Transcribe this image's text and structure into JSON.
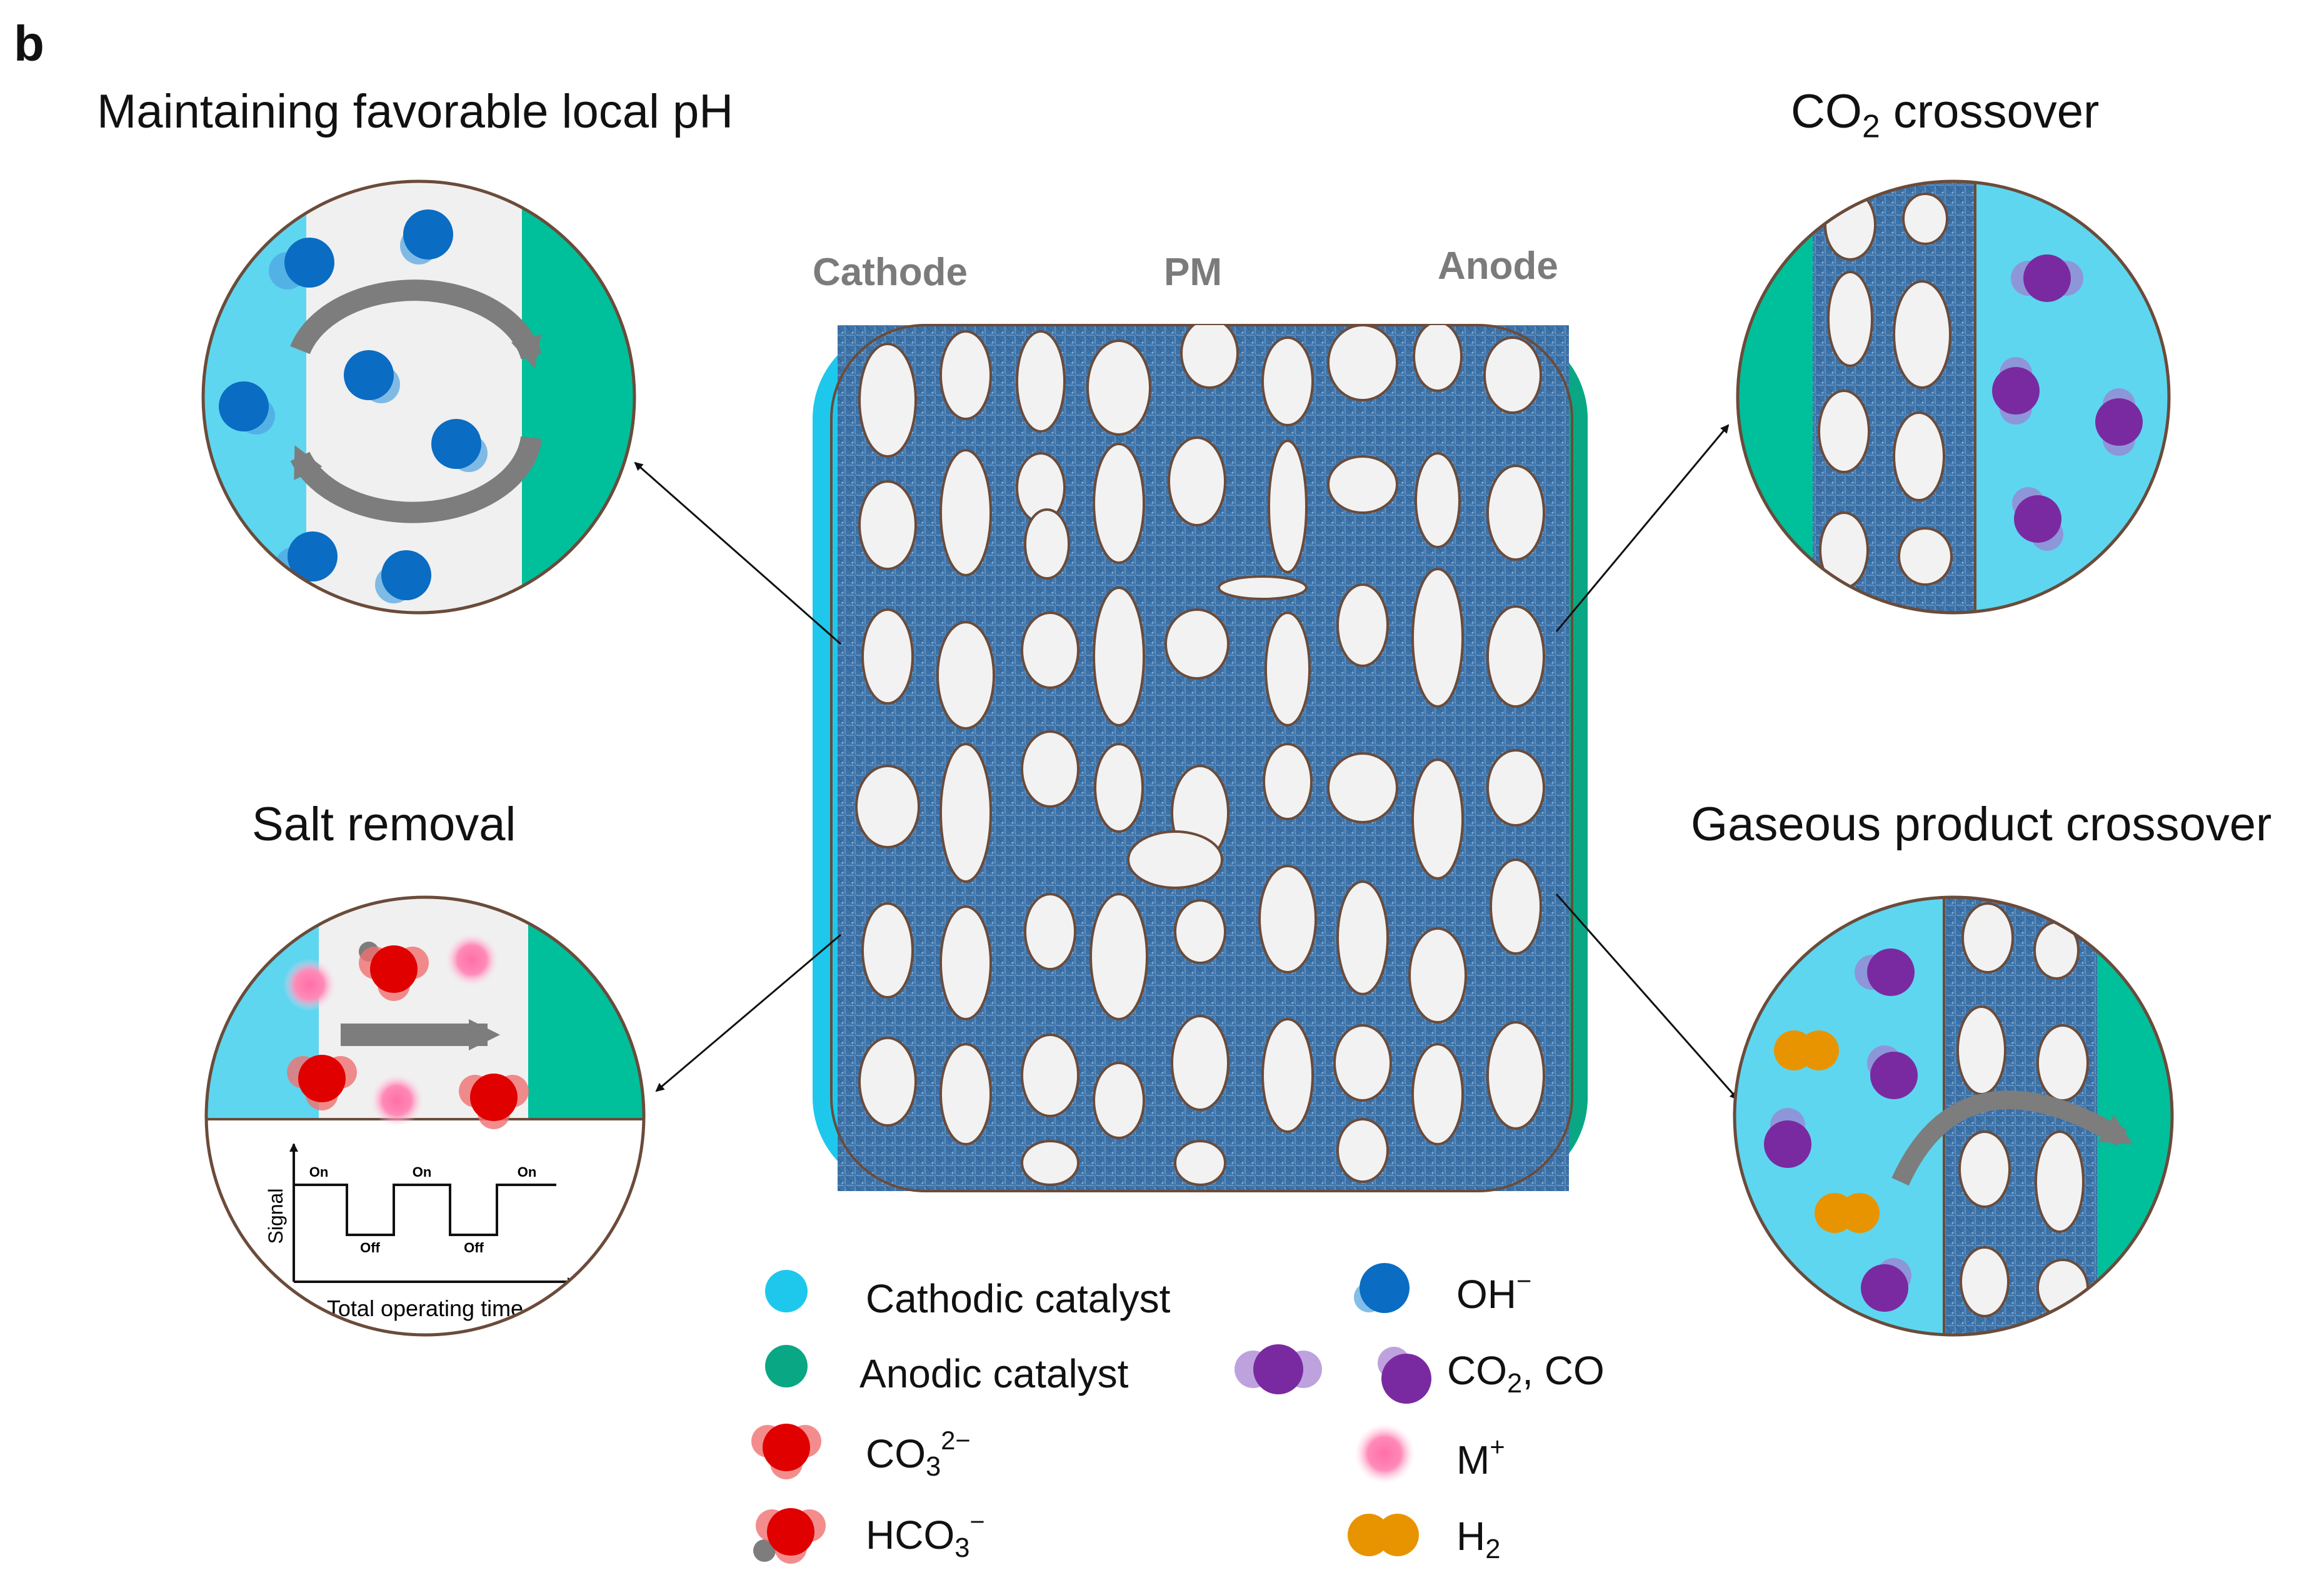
{
  "panel_label": "b",
  "center": {
    "cathode_label": "Cathode",
    "pm_label": "PM",
    "anode_label": "Anode"
  },
  "panels": {
    "ph": {
      "title": "Maintaining favorable local pH"
    },
    "co2": {
      "title_main": "CO",
      "title_sub": "2",
      "title_rest": " crossover"
    },
    "salt": {
      "title": "Salt removal",
      "ylabel": "Signal",
      "xlabel": "Total operating time",
      "on_label": "On",
      "off_label": "Off"
    },
    "gas": {
      "title": "Gaseous product crossover"
    }
  },
  "legend": {
    "cathodic": "Cathodic catalyst",
    "anodic": "Anodic catalyst",
    "co3_main": "CO",
    "co3_sub": "3",
    "co3_sup": "2−",
    "hco3_main": "HCO",
    "hco3_sub": "3",
    "hco3_sup": "−",
    "oh_main": "OH",
    "oh_sup": "−",
    "co2co_main": "CO",
    "co2co_sub": "2",
    "co2co_rest": ", CO",
    "m_main": "M",
    "m_sup": "+",
    "h2_main": "H",
    "h2_sub": "2"
  },
  "colors": {
    "cathode": "#5ed6f0",
    "cathode_strip": "#1ec8ec",
    "anode": "#00bf9b",
    "anode_strip": "#0aa784",
    "membrane": "#3d72a8",
    "pore": "#f2f2f2",
    "oh": "#0a6cc2",
    "co2": "#7a2aa0",
    "carbonate": "#e00000",
    "cation": "#ff7fb0",
    "h2": "#e89400",
    "arrow_gray": "#7d7d7d"
  }
}
